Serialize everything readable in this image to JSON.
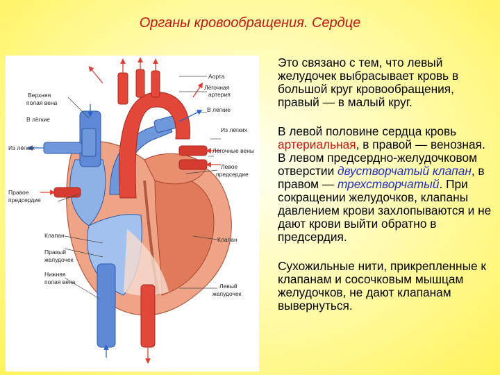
{
  "slide": {
    "title": "Органы кровообращения. Сердце"
  },
  "figure": {
    "labels": {
      "aorta": "Аорта",
      "pulmonary_artery_1": "Лёгочная",
      "pulmonary_artery_2": "артерия",
      "to_lungs_right": "В лёгкие",
      "from_lungs_right": "Из лёгких",
      "pulmonary_veins": "Лёгочные вены",
      "left_atrium_1": "Левое",
      "left_atrium_2": "предсердие",
      "valve_right": "Клапан",
      "left_ventricle_1": "Левый",
      "left_ventricle_2": "желудочек",
      "superior_vena_cava_1": "Верхняя",
      "superior_vena_cava_2": "полая вена",
      "to_lungs_left": "В лёгкие",
      "from_lungs_left": "Из лёгких",
      "right_atrium_1": "Правое",
      "right_atrium_2": "предсердие",
      "valve_left": "Клапан",
      "right_ventricle_1": "Правый",
      "right_ventricle_2": "желудочек",
      "inferior_vena_cava_1": "Нижняя",
      "inferior_vena_cava_2": "полая вена"
    }
  },
  "text": {
    "p1": "Это связано с тем, что левый желудочек выбрасывает кровь в большой круг кровообращения, правый — в малый круг.",
    "p2_part1": "В левой половине сердца кровь ",
    "p2_arterial": "артериальная",
    "p2_part2": ", в правой — венозная. В левом предсердно-желудочковом отверстии ",
    "p2_bicuspid": "двустворчатый клапан",
    "p2_part3": ", в правом — ",
    "p2_tricuspid": "трехстворчатый",
    "p2_part4": ". При сокращении желудочков, клапаны давлением крови захлопываются и не дают крови выйти обратно в предсердия.",
    "p3": "Сухожильные нити, прикрепленные к клапанам и сосочковым мышцам желудочков, не дают клапанам вывернуться."
  }
}
